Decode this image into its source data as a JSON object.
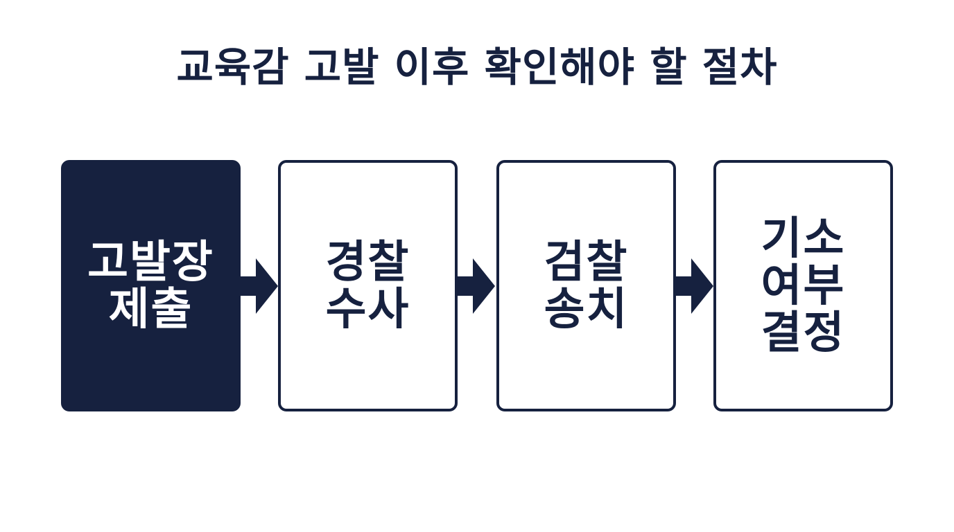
{
  "title": "교육감 고발 이후 확인해야 할 절차",
  "colors": {
    "primary": "#16213f",
    "background": "#ffffff"
  },
  "steps": [
    {
      "lines": [
        "고발장",
        "제출"
      ],
      "active": true
    },
    {
      "lines": [
        "경찰",
        "수사"
      ],
      "active": false
    },
    {
      "lines": [
        "검찰",
        "송치"
      ],
      "active": false
    },
    {
      "lines": [
        "기소",
        "여부",
        "결정"
      ],
      "active": false
    }
  ],
  "connector_icon": "arrow-right-icon"
}
